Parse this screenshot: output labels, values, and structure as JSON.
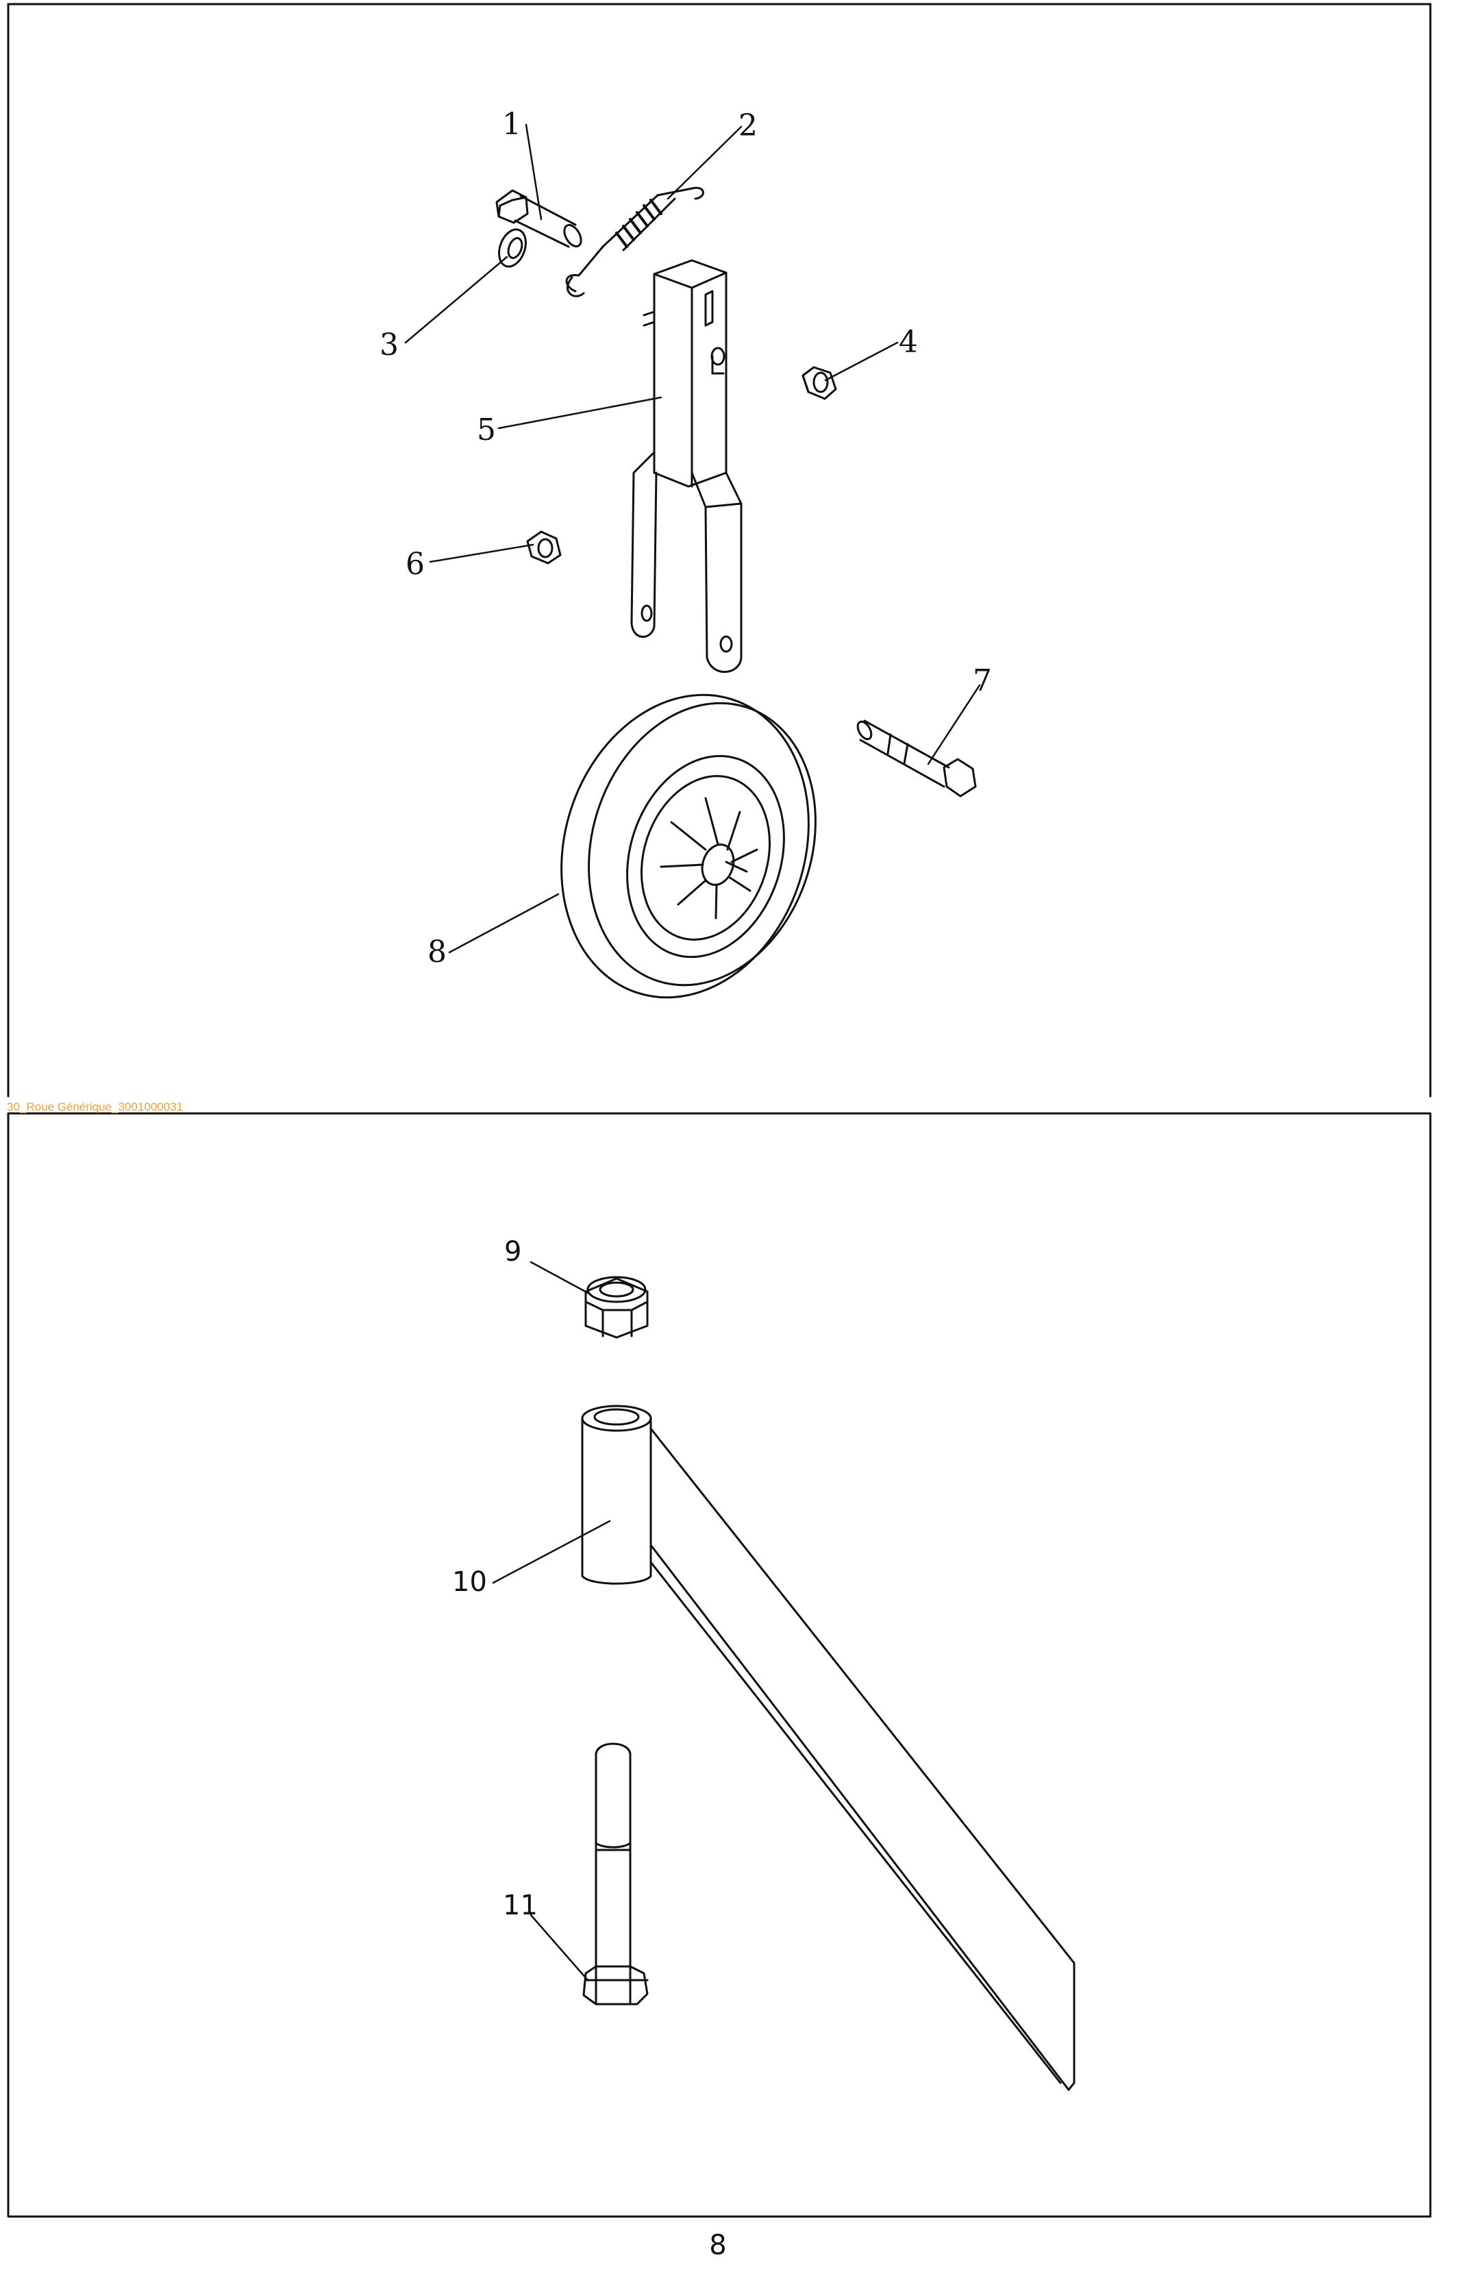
{
  "panel_top": {
    "callouts": [
      "1",
      "2",
      "3",
      "4",
      "5",
      "6",
      "7",
      "8"
    ]
  },
  "caption": "30_Roue Générique_3001000031",
  "panel_bottom": {
    "callouts": [
      "9",
      "10",
      "11"
    ]
  },
  "page_number": "8"
}
